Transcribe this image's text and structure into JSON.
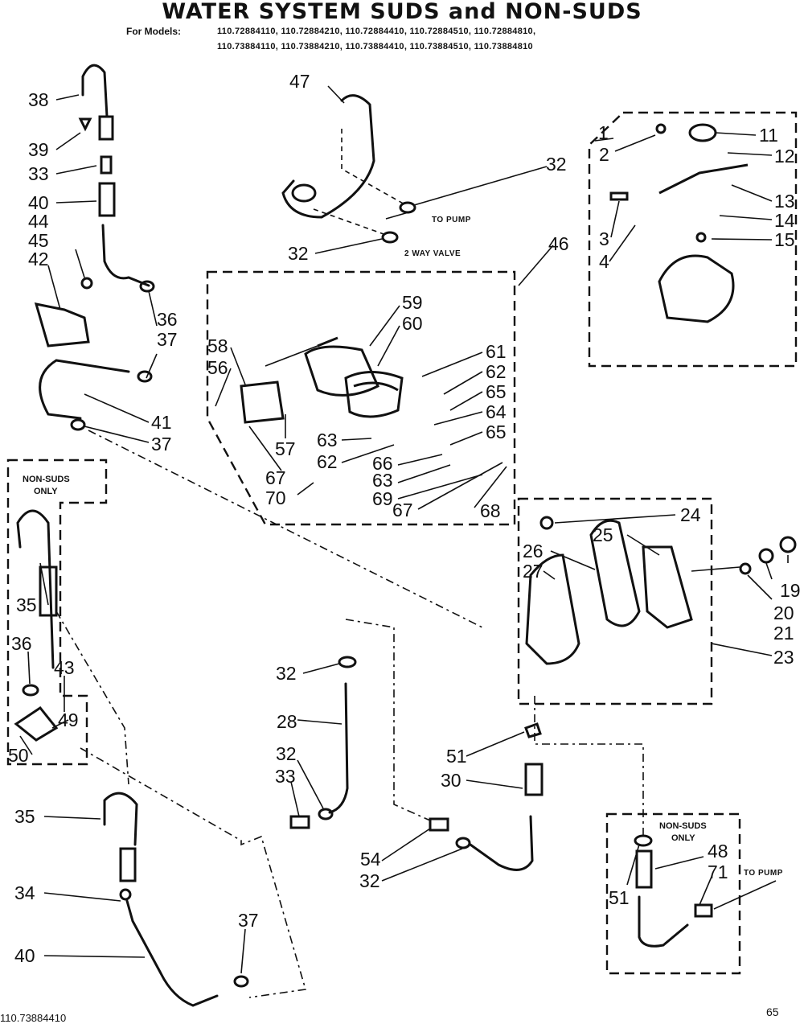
{
  "title": "WATER SYSTEM SUDS and NON-SUDS",
  "models_label": "For Models:",
  "models_line1": "110.72884110, 110.72884210, 110.72884410, 110.72884510, 110.72884810,",
  "models_line2": "110.73884110, 110.73884210, 110.73884410, 110.73884510, 110.73884810",
  "notes": {
    "to_pump_upper": "TO PUMP",
    "two_way_valve": "2 WAY VALVE",
    "to_pump_lower": "TO PUMP"
  },
  "boxes": {
    "non_suds_left": "NON-SUDS ONLY",
    "non_suds_right": "NON-SUDS ONLY"
  },
  "callouts": {
    "c1": "1",
    "c2": "2",
    "c3": "3",
    "c4": "4",
    "c11": "11",
    "c12": "12",
    "c13": "13",
    "c14": "14",
    "c15": "15",
    "c19": "19",
    "c20": "20",
    "c21": "21",
    "c23": "23",
    "c24": "24",
    "c25": "25",
    "c26": "26",
    "c27": "27",
    "c28": "28",
    "c30": "30",
    "c32a": "32",
    "c32b": "32",
    "c32c": "32",
    "c32d": "32",
    "c32e": "32",
    "c33a": "33",
    "c33b": "33",
    "c34": "34",
    "c35a": "35",
    "c35b": "35",
    "c36a": "36",
    "c36b": "36",
    "c37a": "37",
    "c37b": "37",
    "c37c": "37",
    "c38": "38",
    "c39": "39",
    "c40a": "40",
    "c40b": "40",
    "c41": "41",
    "c42": "42",
    "c43": "43",
    "c44": "44",
    "c45": "45",
    "c46": "46",
    "c47": "47",
    "c48": "48",
    "c49": "49",
    "c50": "50",
    "c51a": "51",
    "c51b": "51",
    "c54": "54",
    "c56": "56",
    "c57": "57",
    "c58": "58",
    "c59": "59",
    "c60": "60",
    "c61": "61",
    "c62a": "62",
    "c62b": "62",
    "c63a": "63",
    "c63b": "63",
    "c64": "64",
    "c65a": "65",
    "c65b": "65",
    "c66": "66",
    "c67a": "67",
    "c67b": "67",
    "c68": "68",
    "c69": "69",
    "c70": "70",
    "c71": "71"
  },
  "page_number": "65",
  "footer_text": "110.73884410"
}
